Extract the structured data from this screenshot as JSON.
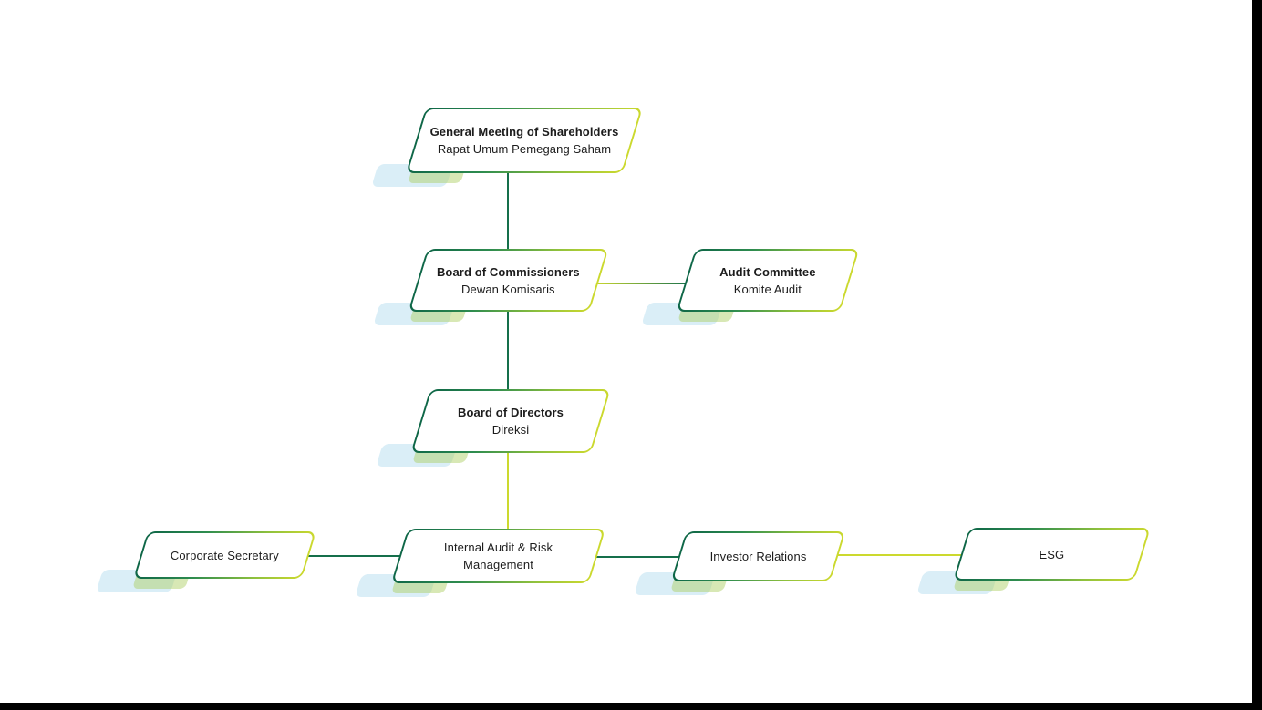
{
  "diagram": {
    "type": "org-chart",
    "nodes": [
      {
        "id": "gms",
        "label_en": "General Meeting of Shareholders",
        "label_id": "Rapat Umum Pemegang Saham"
      },
      {
        "id": "boc",
        "label_en": "Board of Commissioners",
        "label_id": "Dewan Komisaris"
      },
      {
        "id": "audit",
        "label_en": "Audit Committee",
        "label_id": "Komite Audit"
      },
      {
        "id": "bod",
        "label_en": "Board of Directors",
        "label_id": "Direksi"
      },
      {
        "id": "corpsec",
        "label_en": "Corporate Secretary"
      },
      {
        "id": "iarm",
        "label_en": "Internal Audit & Risk Management"
      },
      {
        "id": "ir",
        "label_en": "Investor Relations"
      },
      {
        "id": "esg",
        "label_en": "ESG"
      }
    ],
    "edges": [
      {
        "from": "General Meeting of Shareholders",
        "to": "Board of Commissioners"
      },
      {
        "from": "Board of Commissioners",
        "to": "Audit Committee"
      },
      {
        "from": "Board of Commissioners",
        "to": "Board of Directors"
      },
      {
        "from": "Board of Directors",
        "to": "Internal Audit & Risk Management"
      },
      {
        "from": "Corporate Secretary",
        "to": "Internal Audit & Risk Management"
      },
      {
        "from": "Internal Audit & Risk Management",
        "to": "Investor Relations"
      },
      {
        "from": "Investor Relations",
        "to": "ESG"
      }
    ]
  },
  "colors": {
    "green": "#156f4b",
    "yellow": "#ccd92e",
    "accent_blue": "rgba(168,214,237,0.42)",
    "accent_green": "rgba(169,203,90,0.45)",
    "bar_black": "#000000"
  }
}
